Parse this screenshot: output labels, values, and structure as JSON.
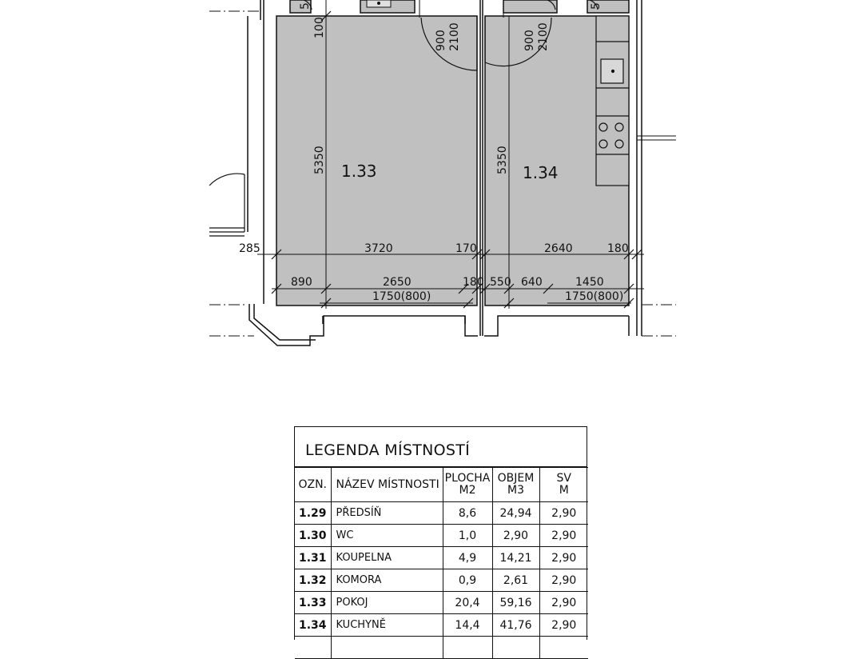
{
  "plan": {
    "rooms": [
      {
        "label": "1.33"
      },
      {
        "label": "1.34"
      }
    ],
    "dimensions": {
      "door_width_a": "900",
      "door_height_a": "2100",
      "door_width_b": "900",
      "door_height_b": "2100",
      "left_top_offset": "100",
      "left_height": "5350",
      "right_height": "5350",
      "small_5a": "5",
      "small_5b": "5",
      "wall_285": "285",
      "left_inner_width": "3720",
      "left_170": "170",
      "right_inner_width": "2640",
      "right_180": "180",
      "bottom_890": "890",
      "bottom_2650": "2650",
      "bottom_180": "180",
      "bottom_550": "550",
      "bottom_640": "640",
      "bottom_1450": "1450",
      "window_left": "1750(800)",
      "window_right": "1750(800)"
    }
  },
  "legend": {
    "title": "LEGENDA  MÍSTNOSTÍ",
    "headers": {
      "id": "OZN.",
      "name": "NÁZEV  MÍSTNOSTI",
      "area_1": "PLOCHA",
      "area_2": "M2",
      "volume_1": "OBJEM",
      "volume_2": "M3",
      "height_1": "SV",
      "height_2": "M"
    },
    "rows": [
      {
        "id": "1.29",
        "name": "PŘEDSÍŇ",
        "area": "8,6",
        "volume": "24,94",
        "height": "2,90"
      },
      {
        "id": "1.30",
        "name": "WC",
        "area": "1,0",
        "volume": "2,90",
        "height": "2,90"
      },
      {
        "id": "1.31",
        "name": "KOUPELNA",
        "area": "4,9",
        "volume": "14,21",
        "height": "2,90"
      },
      {
        "id": "1.32",
        "name": "KOMORA",
        "area": "0,9",
        "volume": "2,61",
        "height": "2,90"
      },
      {
        "id": "1.33",
        "name": "POKOJ",
        "area": "20,4",
        "volume": "59,16",
        "height": "2,90"
      },
      {
        "id": "1.34",
        "name": "KUCHYNĚ",
        "area": "14,4",
        "volume": "41,76",
        "height": "2,90"
      }
    ]
  }
}
